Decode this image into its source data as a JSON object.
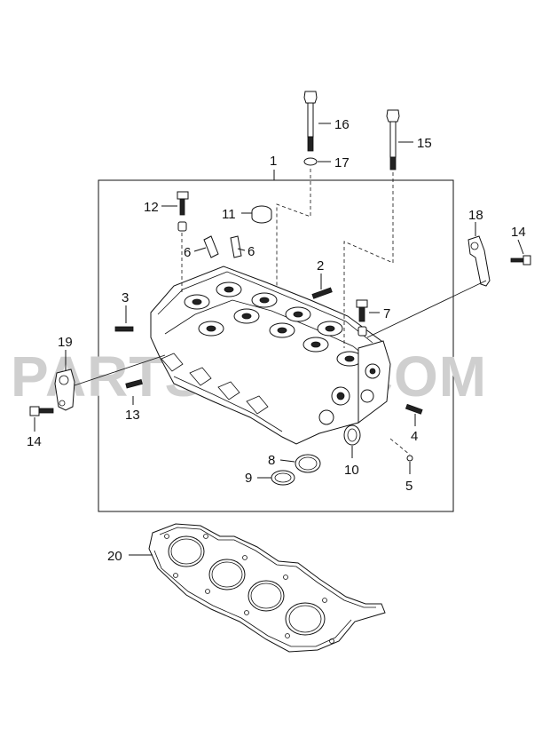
{
  "watermark": "PARTSOUQ.COM",
  "callouts": {
    "n1": "1",
    "n2": "2",
    "n3": "3",
    "n4": "4",
    "n5": "5",
    "n6a": "6",
    "n6b": "6",
    "n7": "7",
    "n8": "8",
    "n9": "9",
    "n10": "10",
    "n11": "11",
    "n12": "12",
    "n13": "13",
    "n14a": "14",
    "n14b": "14",
    "n15": "15",
    "n16": "16",
    "n17": "17",
    "n18": "18",
    "n19": "19",
    "n20": "20"
  }
}
